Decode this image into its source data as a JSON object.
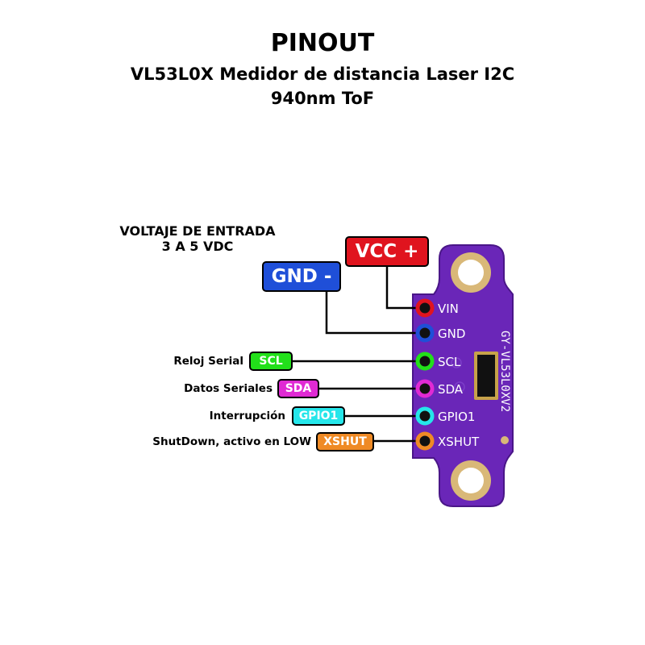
{
  "header": {
    "title": "PINOUT",
    "subtitle_line1": "VL53L0X Medidor de distancia Laser I2C",
    "subtitle_line2": "940nm ToF"
  },
  "voltage": {
    "label": "VOLTAJE DE ENTRADA",
    "range": "3 A 5 VDC"
  },
  "power_pins": {
    "vcc": {
      "label": "VCC +",
      "color": "#e0141e"
    },
    "gnd": {
      "label": "GND -",
      "color": "#1f4fd8"
    }
  },
  "signal_pins": [
    {
      "description": "Reloj Serial",
      "label": "SCL",
      "color": "#22e01a"
    },
    {
      "description": "Datos Seriales",
      "label": "SDA",
      "color": "#e02ad4"
    },
    {
      "description": "Interrupción",
      "label": "GPIO1",
      "color": "#25e6ea"
    },
    {
      "description": "ShutDown, activo en LOW",
      "label": "XSHUT",
      "color": "#ef8a25"
    }
  ],
  "board": {
    "pin_labels": [
      "VIN",
      "GND",
      "SCL",
      "SDA",
      "GPIO1",
      "XSHUT"
    ],
    "silkscreen": "GY-VL53L0XV2",
    "color": "#6a26b8"
  }
}
